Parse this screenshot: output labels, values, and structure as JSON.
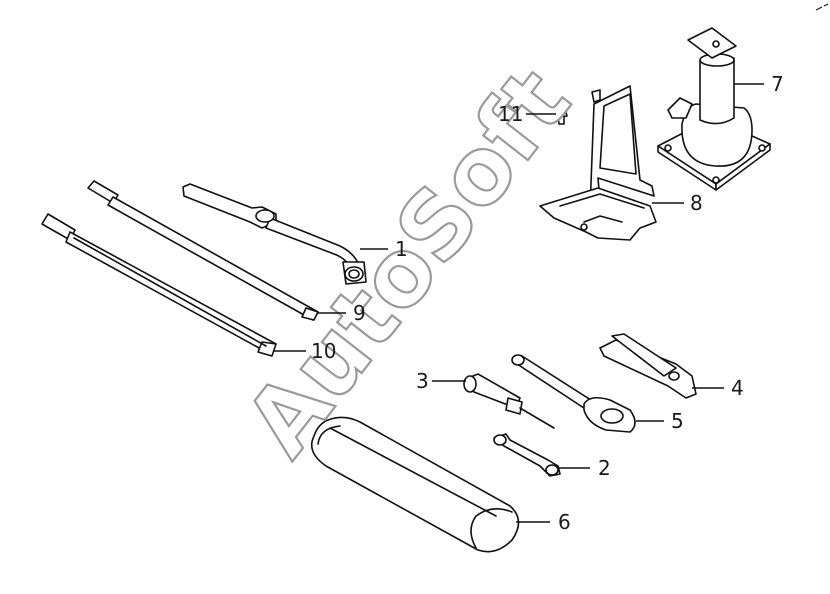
{
  "watermark": "AutoSoft",
  "callouts": [
    {
      "id": "1",
      "label": "1"
    },
    {
      "id": "2",
      "label": "2"
    },
    {
      "id": "3",
      "label": "3"
    },
    {
      "id": "4",
      "label": "4"
    },
    {
      "id": "5",
      "label": "5"
    },
    {
      "id": "6",
      "label": "6"
    },
    {
      "id": "7",
      "label": "7"
    },
    {
      "id": "8",
      "label": "8"
    },
    {
      "id": "9",
      "label": "9"
    },
    {
      "id": "10",
      "label": "10"
    },
    {
      "id": "11",
      "label": "11"
    }
  ]
}
